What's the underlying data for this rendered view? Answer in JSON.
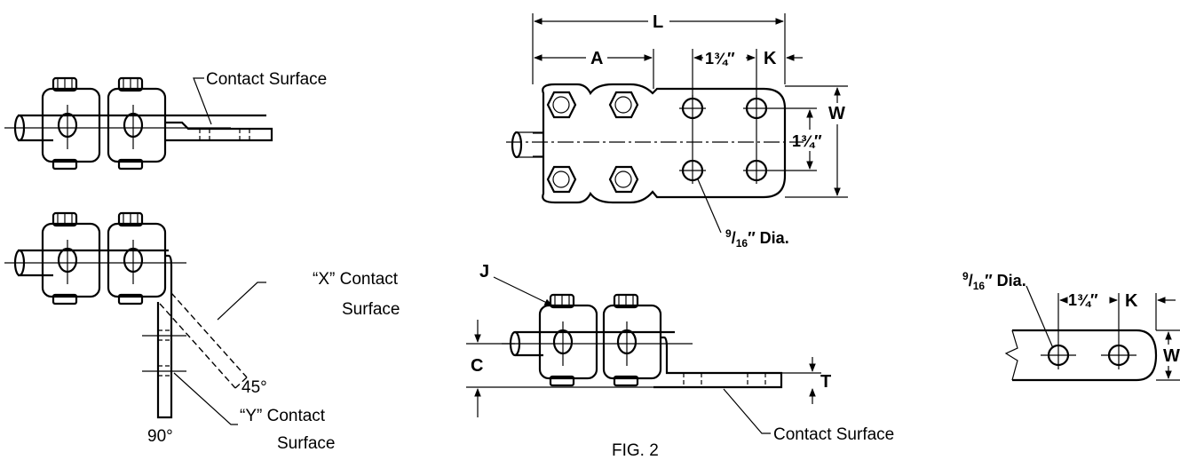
{
  "figure": {
    "caption": "FIG. 2"
  },
  "labels": {
    "contact_surface_top": "Contact Surface",
    "x_contact_line1": "“X” Contact",
    "x_contact_line2": "Surface",
    "y_contact_line1": "“Y” Contact",
    "y_contact_line2": "Surface",
    "angle_45": "45°",
    "angle_90": "90°",
    "contact_surface_bottom": "Contact Surface"
  },
  "dimensions": {
    "L": "L",
    "A": "A",
    "spacing": "1¾″",
    "K": "K",
    "W": "W",
    "spacing_vertical": "1¾″",
    "hole_dia_num": "9",
    "hole_dia_den": "16",
    "hole_dia_suffix": "″ Dia.",
    "J": "J",
    "C": "C",
    "T": "T"
  },
  "detail": {
    "hole_dia_num": "9",
    "hole_dia_den": "16",
    "hole_dia_suffix": "″ Dia.",
    "spacing": "1¾″",
    "K": "K",
    "W": "W"
  }
}
